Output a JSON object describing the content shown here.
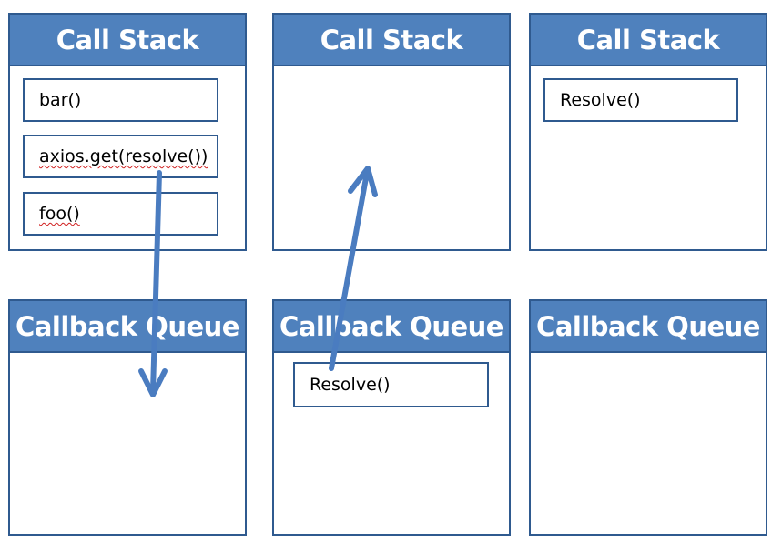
{
  "colors": {
    "header_fill": "#4f81bd",
    "border": "#2f5a8f",
    "arrow": "#4a7cc0"
  },
  "panels": [
    {
      "title": "Call Stack",
      "items": [
        "bar()",
        "axios.get(resolve())",
        "foo()"
      ]
    },
    {
      "title": "Call Stack",
      "items": []
    },
    {
      "title": "Call Stack",
      "items": [
        "Resolve()"
      ]
    },
    {
      "title": "Callback Queue",
      "items": []
    },
    {
      "title": "Callback Queue",
      "items": [
        "Resolve()"
      ]
    },
    {
      "title": "Callback Queue",
      "items": []
    }
  ]
}
